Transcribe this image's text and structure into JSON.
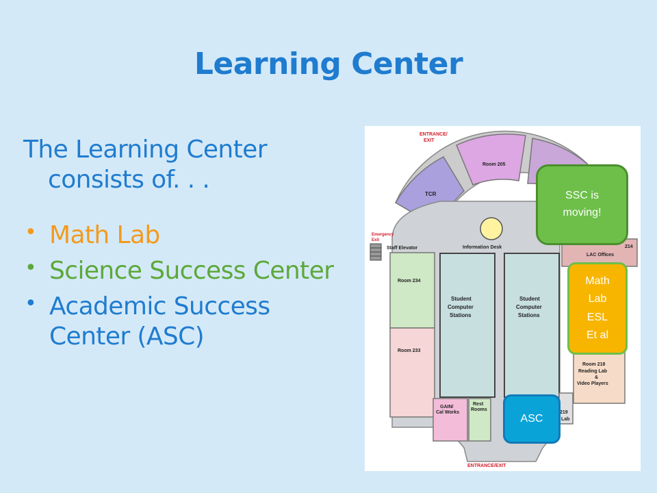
{
  "slide": {
    "title": "Learning Center",
    "intro_line1": "The Learning Center",
    "intro_line2": "consists of. . .",
    "bullets": [
      {
        "text": "Math Lab",
        "color": "#f39a1e"
      },
      {
        "text": "Science Success Center",
        "color": "#5da83a"
      },
      {
        "text": "Academic Success",
        "text2": "Center  (ASC)",
        "color": "#1f7ccf"
      }
    ]
  },
  "map": {
    "entrance_top_1": "ENTRANCE/",
    "entrance_top_2": "EXIT",
    "entrance_bottom": "ENTRANCE/EXIT",
    "emergency_1": "Emergency",
    "emergency_2": "Exit",
    "staff_elevator": "Staff Elevator",
    "info_desk": "Information Desk",
    "room_205": "Room 205",
    "tcr": "TCR",
    "room_234": "Room 234",
    "room_233": "Room 233",
    "stations": [
      "Student",
      "Computer",
      "Stations"
    ],
    "lac_offices": "LAC Offices",
    "room_214": "214",
    "room_218": [
      "Room 218",
      "Reading Lab",
      "&",
      "Video Players"
    ],
    "gain": [
      "GAIN/",
      "Cal Works"
    ],
    "rest": [
      "Rest",
      "Rooms"
    ],
    "room_219": [
      "219",
      "Lab"
    ]
  },
  "callouts": {
    "ssc": [
      "SSC is",
      "moving!"
    ],
    "math": [
      "Math",
      "Lab",
      "ESL",
      "Et al"
    ],
    "asc": "ASC"
  }
}
